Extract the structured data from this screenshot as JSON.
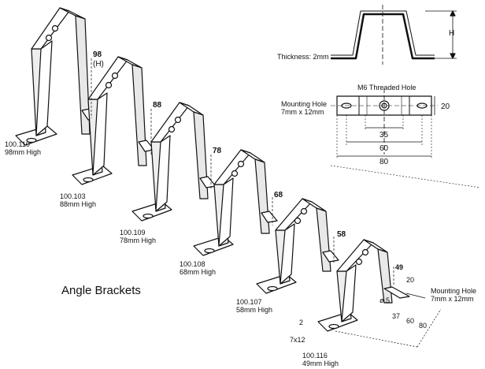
{
  "title": "Angle Brackets",
  "brackets": [
    {
      "code": "100.110",
      "height_text": "98mm High",
      "dim": "98",
      "dim_h": "(H)"
    },
    {
      "code": "100.103",
      "height_text": "88mm High",
      "dim": "88"
    },
    {
      "code": "100.109",
      "height_text": "78mm High",
      "dim": "78"
    },
    {
      "code": "100.108",
      "height_text": "68mm High",
      "dim": "68"
    },
    {
      "code": "100.107",
      "height_text": "58mm High",
      "dim": "58"
    },
    {
      "code": "100.116",
      "height_text": "49mm High",
      "dim": "49"
    }
  ],
  "profile_view": {
    "height_label": "H",
    "thickness_label": "Thickness: 2mm"
  },
  "plan_view": {
    "threaded_hole_label": "M6 Threaded Hole",
    "mounting_hole_line1": "Mounting Hole",
    "mounting_hole_line2": "7mm x 12mm",
    "dim_width": "20",
    "dim_35": "35",
    "dim_60": "60",
    "dim_80": "80"
  },
  "small_bracket_dims": {
    "d20": "20",
    "d5": "ø 5",
    "d37": "37",
    "d60": "60",
    "d80": "80",
    "d2": "2",
    "d7x12": "7x12",
    "mounting_hole_line1": "Mounting Hole",
    "mounting_hole_line2": "7mm x 12mm"
  }
}
